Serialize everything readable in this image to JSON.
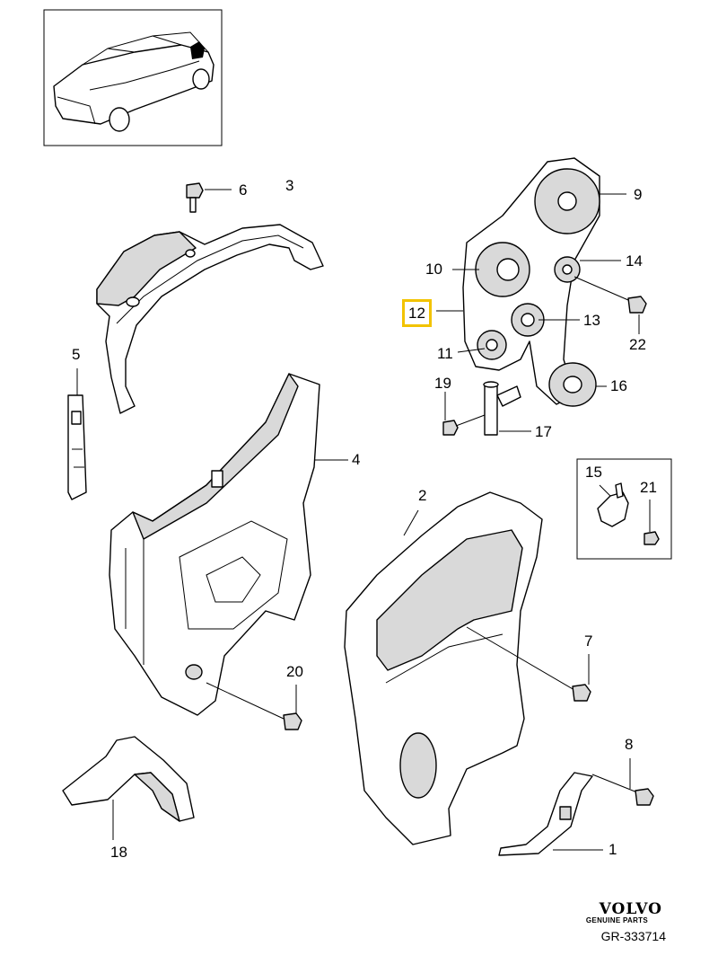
{
  "callouts": {
    "c1": "1",
    "c2": "2",
    "c3": "3",
    "c4": "4",
    "c5": "5",
    "c6": "6",
    "c7": "7",
    "c8": "8",
    "c9": "9",
    "c10": "10",
    "c11": "11",
    "c12": "12",
    "c13": "13",
    "c14": "14",
    "c15": "15",
    "c16": "16",
    "c17": "17",
    "c18": "18",
    "c19": "19",
    "c20": "20",
    "c21": "21",
    "c22": "22"
  },
  "highlighted_callout": "12",
  "highlight_color": "#f2c300",
  "brand": {
    "name": "VOLVO",
    "subtitle": "GENUINE PARTS",
    "reference": "GR-333714"
  }
}
